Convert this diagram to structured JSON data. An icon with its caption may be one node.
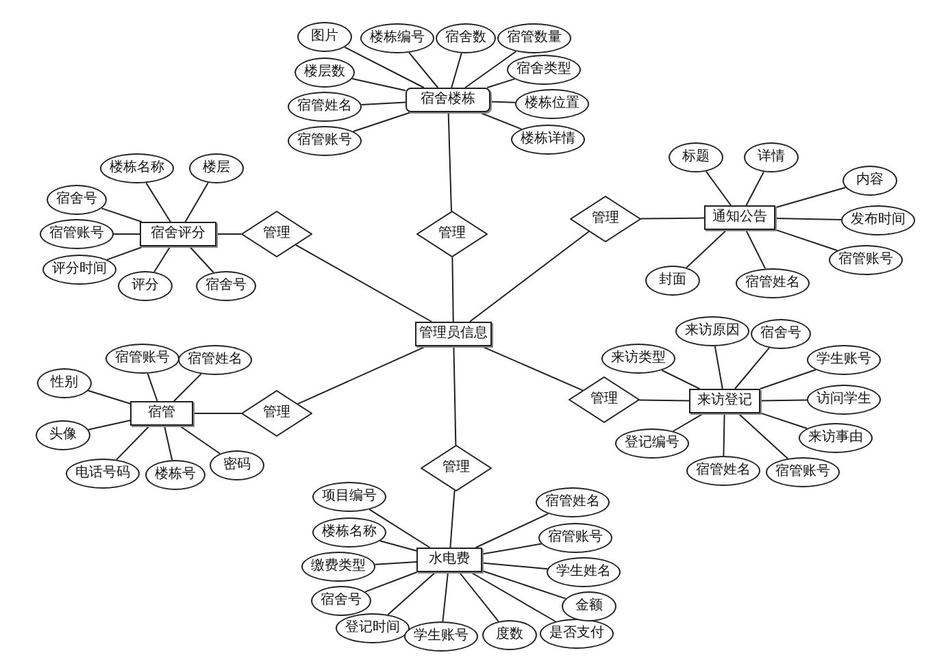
{
  "diagram": {
    "nodes": [
      {
        "text": [
          "宿舍楼栋"
        ]
      },
      {
        "text": [
          "图片"
        ]
      },
      {
        "text": [
          "楼栋编号"
        ]
      },
      {
        "text": [
          "宿舍数"
        ]
      },
      {
        "text": [
          "宿管数量"
        ]
      },
      {
        "text": [
          "楼层数"
        ]
      },
      {
        "text": [
          "宿舍类型"
        ]
      },
      {
        "text": [
          "宿管姓名"
        ]
      },
      {
        "text": [
          "楼栋位置"
        ]
      },
      {
        "text": [
          "宿管账号"
        ]
      },
      {
        "text": [
          "楼栋详情"
        ]
      },
      {
        "text": [
          "管理"
        ]
      },
      {
        "text": [
          "宿舍评分"
        ]
      },
      {
        "text": [
          "楼栋名称"
        ]
      },
      {
        "text": [
          "楼层"
        ]
      },
      {
        "text": [
          "宿舍号"
        ]
      },
      {
        "text": [
          "宿管账号"
        ]
      },
      {
        "text": [
          "评分时间"
        ]
      },
      {
        "text": [
          "评分"
        ]
      },
      {
        "text": [
          "宿舍号"
        ]
      },
      {
        "text": [
          "管理"
        ]
      },
      {
        "text": [
          "通知公告"
        ]
      },
      {
        "text": [
          "标题"
        ]
      },
      {
        "text": [
          "详情"
        ]
      },
      {
        "text": [
          "内容"
        ]
      },
      {
        "text": [
          "发布时间"
        ]
      },
      {
        "text": [
          "宿管账号"
        ]
      },
      {
        "text": [
          "封面"
        ]
      },
      {
        "text": [
          "宿管姓名"
        ]
      },
      {
        "text": [
          "管理"
        ]
      },
      {
        "text": [
          "管理员信息"
        ]
      },
      {
        "text": [
          "宿管"
        ]
      },
      {
        "text": [
          "宿管账号"
        ]
      },
      {
        "text": [
          "宿管姓名"
        ]
      },
      {
        "text": [
          "性别"
        ]
      },
      {
        "text": [
          "头像"
        ]
      },
      {
        "text": [
          "电话号码"
        ]
      },
      {
        "text": [
          "楼栋号"
        ]
      },
      {
        "text": [
          "密码"
        ]
      },
      {
        "text": [
          "管理"
        ]
      },
      {
        "text": [
          "来访登记"
        ]
      },
      {
        "text": [
          "来访类型"
        ]
      },
      {
        "text": [
          "来访原因"
        ]
      },
      {
        "text": [
          "宿舍号"
        ]
      },
      {
        "text": [
          "学生账号"
        ]
      },
      {
        "text": [
          "访问学生"
        ]
      },
      {
        "text": [
          "来访事由"
        ]
      },
      {
        "text": [
          "登记编号"
        ]
      },
      {
        "text": [
          "宿管姓名"
        ]
      },
      {
        "text": [
          "宿管账号"
        ]
      },
      {
        "text": [
          "管理"
        ]
      },
      {
        "text": [
          "管理"
        ]
      },
      {
        "text": [
          "水电费"
        ]
      },
      {
        "text": [
          "项目编号"
        ]
      },
      {
        "text": [
          "楼栋名称"
        ]
      },
      {
        "text": [
          "缴费类型"
        ]
      },
      {
        "text": [
          "宿舍号"
        ]
      },
      {
        "text": [
          "登记时间"
        ]
      },
      {
        "text": [
          "学生账号"
        ]
      },
      {
        "text": [
          "度数"
        ]
      },
      {
        "text": [
          "是否支付"
        ]
      },
      {
        "text": [
          "宿管姓名"
        ]
      },
      {
        "text": [
          "宿管账号"
        ]
      },
      {
        "text": [
          "学生姓名"
        ]
      },
      {
        "text": [
          "金额"
        ]
      }
    ],
    "edges": [
      {
        "from": 0,
        "to": 1,
        "arrow": "none"
      },
      {
        "from": 0,
        "to": 2,
        "arrow": "none"
      },
      {
        "from": 0,
        "to": 3,
        "arrow": "none"
      },
      {
        "from": 0,
        "to": 4,
        "arrow": "none"
      },
      {
        "from": 0,
        "to": 5,
        "arrow": "none"
      },
      {
        "from": 0,
        "to": 6,
        "arrow": "none"
      },
      {
        "from": 0,
        "to": 7,
        "arrow": "none"
      },
      {
        "from": 0,
        "to": 8,
        "arrow": "none"
      },
      {
        "from": 0,
        "to": 9,
        "arrow": "none"
      },
      {
        "from": 0,
        "to": 10,
        "arrow": "none"
      },
      {
        "from": 0,
        "to": 11,
        "arrow": "none"
      },
      {
        "from": 11,
        "to": 30,
        "arrow": "none"
      },
      {
        "from": 12,
        "to": 13,
        "arrow": "none"
      },
      {
        "from": 12,
        "to": 14,
        "arrow": "none"
      },
      {
        "from": 12,
        "to": 15,
        "arrow": "none"
      },
      {
        "from": 12,
        "to": 16,
        "arrow": "none"
      },
      {
        "from": 12,
        "to": 17,
        "arrow": "none"
      },
      {
        "from": 12,
        "to": 18,
        "arrow": "none"
      },
      {
        "from": 12,
        "to": 19,
        "arrow": "none"
      },
      {
        "from": 12,
        "to": 20,
        "arrow": "none"
      },
      {
        "from": 20,
        "to": 30,
        "arrow": "none"
      },
      {
        "from": 21,
        "to": 22,
        "arrow": "none"
      },
      {
        "from": 21,
        "to": 23,
        "arrow": "none"
      },
      {
        "from": 21,
        "to": 24,
        "arrow": "none"
      },
      {
        "from": 21,
        "to": 25,
        "arrow": "none"
      },
      {
        "from": 21,
        "to": 26,
        "arrow": "none"
      },
      {
        "from": 21,
        "to": 27,
        "arrow": "none"
      },
      {
        "from": 21,
        "to": 28,
        "arrow": "none"
      },
      {
        "from": 21,
        "to": 29,
        "arrow": "none"
      },
      {
        "from": 29,
        "to": 30,
        "arrow": "none"
      },
      {
        "from": 31,
        "to": 32,
        "arrow": "none"
      },
      {
        "from": 31,
        "to": 33,
        "arrow": "none"
      },
      {
        "from": 31,
        "to": 34,
        "arrow": "none"
      },
      {
        "from": 31,
        "to": 35,
        "arrow": "none"
      },
      {
        "from": 31,
        "to": 36,
        "arrow": "none"
      },
      {
        "from": 31,
        "to": 37,
        "arrow": "none"
      },
      {
        "from": 31,
        "to": 38,
        "arrow": "none"
      },
      {
        "from": 31,
        "to": 39,
        "arrow": "none"
      },
      {
        "from": 39,
        "to": 30,
        "arrow": "none"
      },
      {
        "from": 40,
        "to": 41,
        "arrow": "none"
      },
      {
        "from": 40,
        "to": 42,
        "arrow": "none"
      },
      {
        "from": 40,
        "to": 43,
        "arrow": "none"
      },
      {
        "from": 40,
        "to": 44,
        "arrow": "none"
      },
      {
        "from": 40,
        "to": 45,
        "arrow": "none"
      },
      {
        "from": 40,
        "to": 46,
        "arrow": "none"
      },
      {
        "from": 40,
        "to": 47,
        "arrow": "none"
      },
      {
        "from": 40,
        "to": 48,
        "arrow": "none"
      },
      {
        "from": 40,
        "to": 49,
        "arrow": "none"
      },
      {
        "from": 40,
        "to": 50,
        "arrow": "none"
      },
      {
        "from": 50,
        "to": 30,
        "arrow": "none"
      },
      {
        "from": 30,
        "to": 51,
        "arrow": "none"
      },
      {
        "from": 51,
        "to": 52,
        "arrow": "none"
      },
      {
        "from": 52,
        "to": 53,
        "arrow": "none"
      },
      {
        "from": 52,
        "to": 54,
        "arrow": "none"
      },
      {
        "from": 52,
        "to": 55,
        "arrow": "none"
      },
      {
        "from": 52,
        "to": 56,
        "arrow": "none"
      },
      {
        "from": 52,
        "to": 57,
        "arrow": "none"
      },
      {
        "from": 52,
        "to": 58,
        "arrow": "none"
      },
      {
        "from": 52,
        "to": 59,
        "arrow": "none"
      },
      {
        "from": 52,
        "to": 60,
        "arrow": "none"
      },
      {
        "from": 52,
        "to": 61,
        "arrow": "none"
      },
      {
        "from": 52,
        "to": 62,
        "arrow": "none"
      },
      {
        "from": 52,
        "to": 63,
        "arrow": "none"
      },
      {
        "from": 52,
        "to": 64,
        "arrow": "none"
      }
    ]
  }
}
